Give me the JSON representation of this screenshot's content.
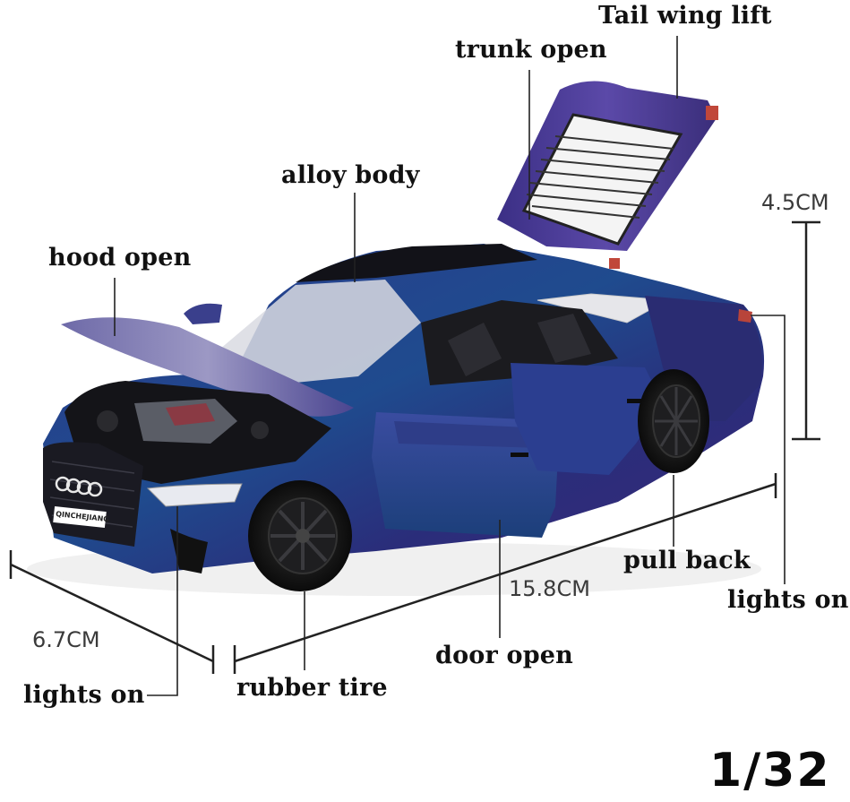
{
  "labels": {
    "tail_wing": "Tail wing lift",
    "trunk": "trunk open",
    "alloy": "alloy body",
    "hood": "hood open",
    "pull_back": "pull back",
    "lights_rear": "lights on",
    "door": "door open",
    "rubber_tire": "rubber tire",
    "lights_front": "lights on"
  },
  "dimensions": {
    "height": "4.5CM",
    "length": "15.8CM",
    "width": "6.7CM"
  },
  "scale": "1/32",
  "plate_text": "QINCHEJIANG",
  "colors": {
    "body_dark": "#1a1f55",
    "body_mid": "#3a3f96",
    "body_purple": "#5a3f9a",
    "body_teal": "#2d6aa8",
    "tire": "#161616"
  }
}
